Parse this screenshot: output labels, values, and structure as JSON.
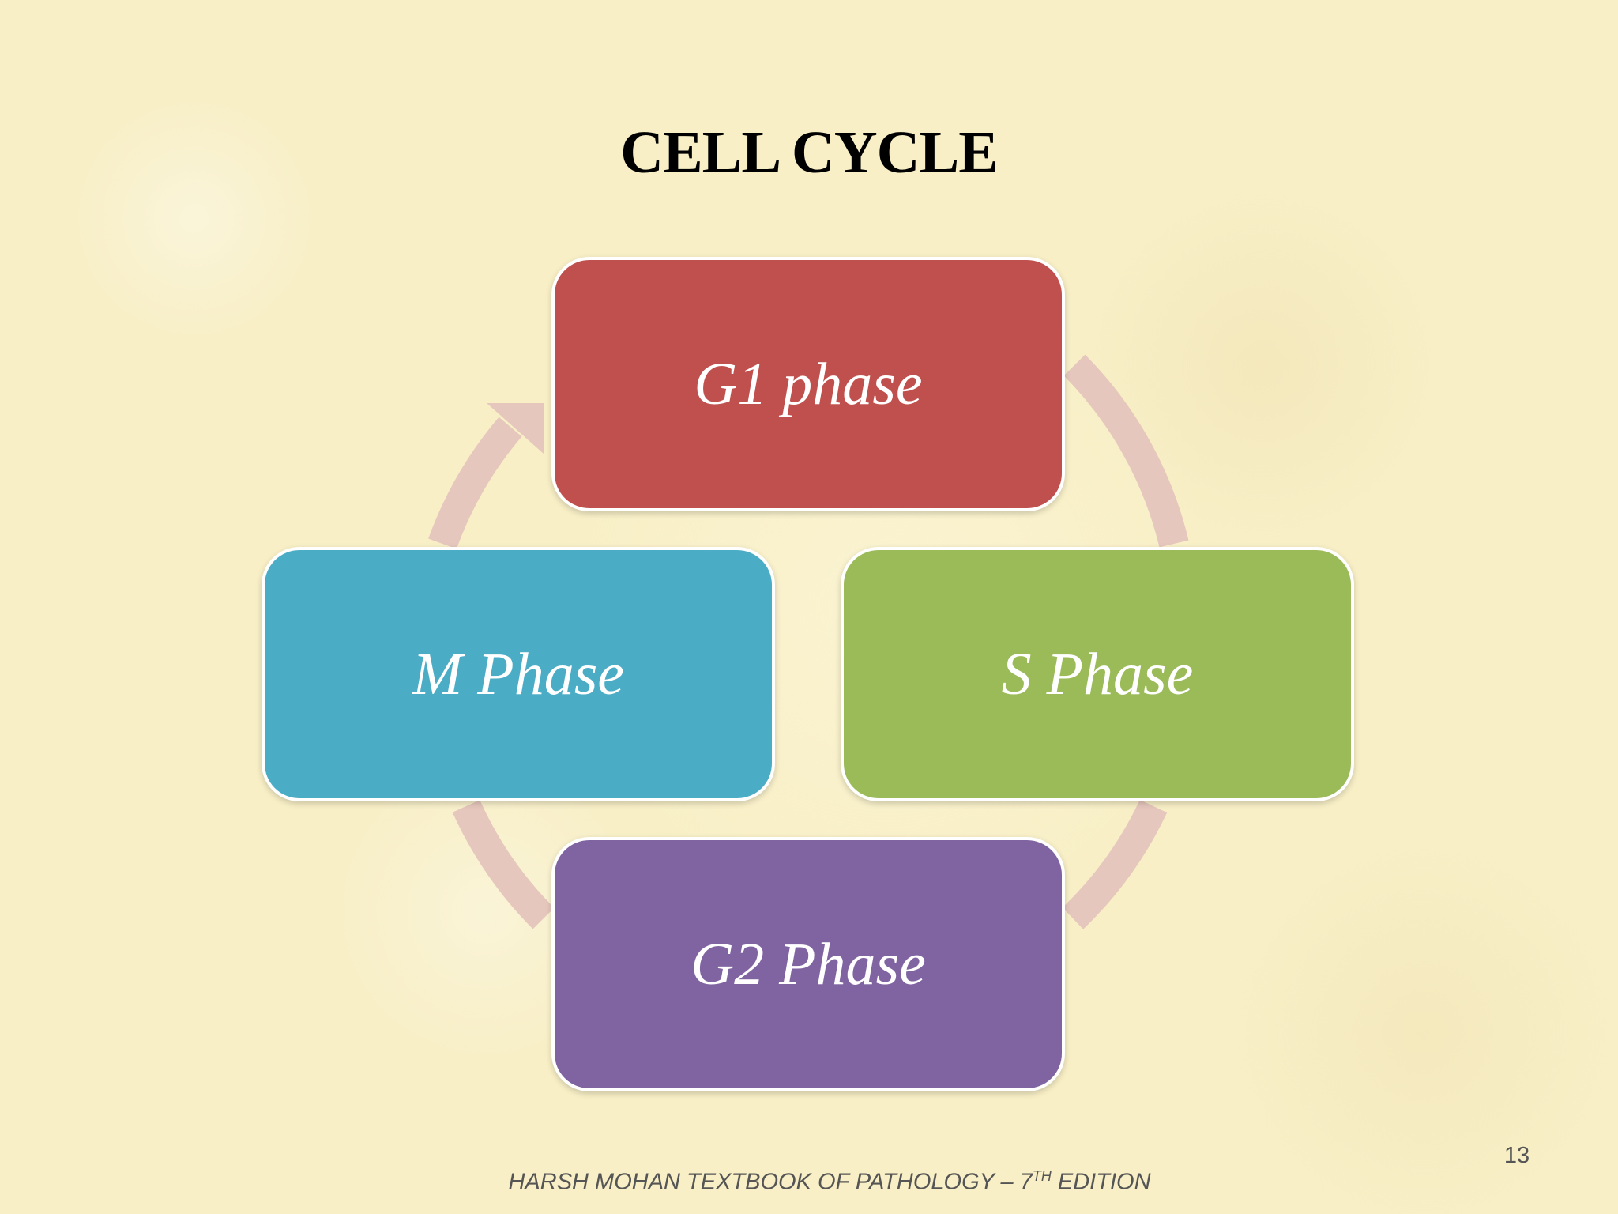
{
  "slide": {
    "title": "CELL CYCLE",
    "page_number": "13"
  },
  "footer": {
    "prefix": "HARSH MOHAN TEXTBOOK OF PATHOLOGY – 7",
    "superscript": "TH",
    "suffix": " EDITION"
  },
  "cycle": {
    "arrow_color": "#e6c7bd",
    "phases": [
      {
        "label": "G1 phase",
        "color": "#c0504d"
      },
      {
        "label": "S Phase",
        "color": "#9bbb59"
      },
      {
        "label": "G2 Phase",
        "color": "#8064a2"
      },
      {
        "label": "M Phase",
        "color": "#4bacc6"
      }
    ]
  }
}
